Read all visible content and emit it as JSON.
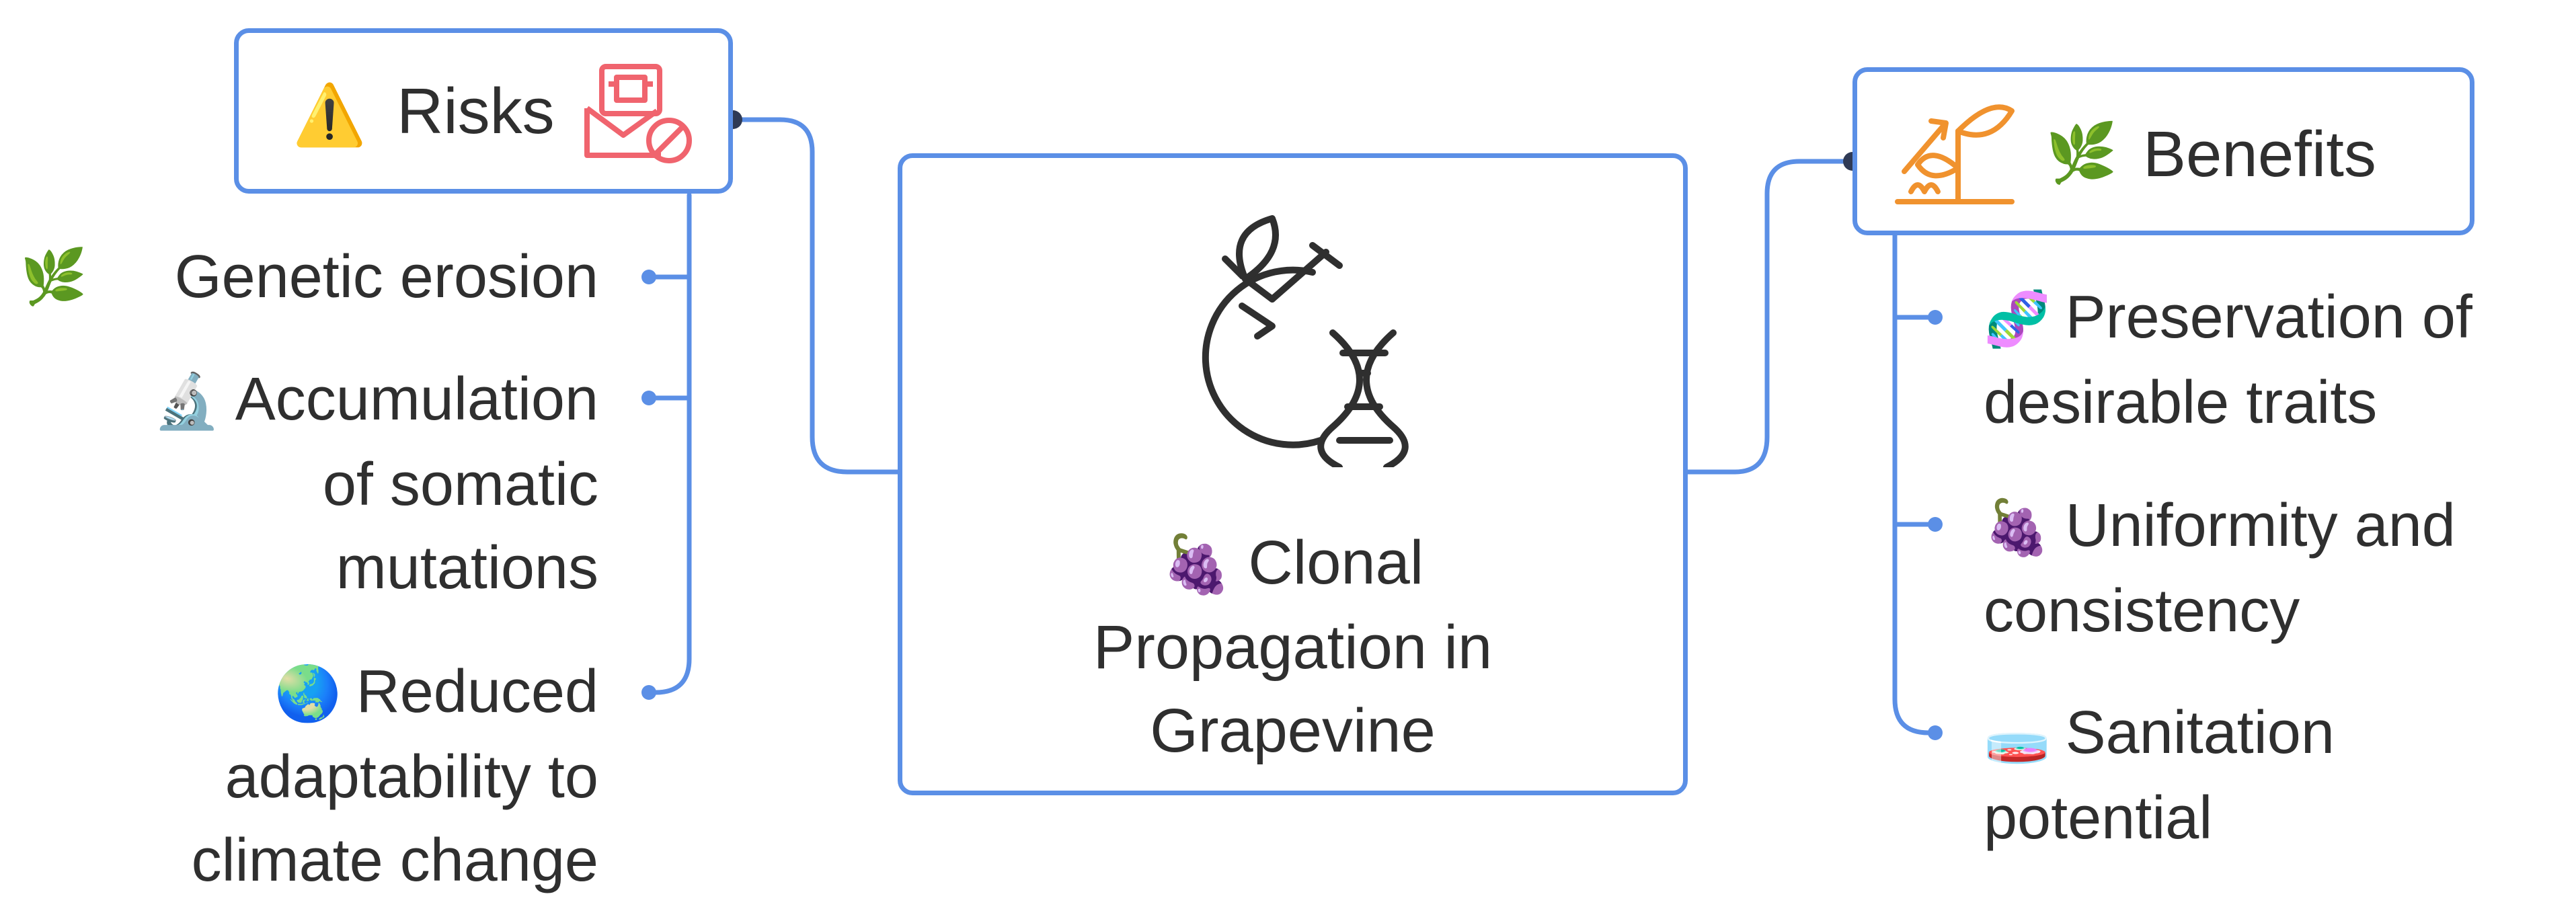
{
  "center": {
    "emoji": "🍇",
    "title_line1": "Clonal",
    "title_line2": "Propagation in",
    "title_line3": "Grapevine",
    "icon": "cycle-dna-leaf-icon"
  },
  "risks": {
    "title": "Risks",
    "emoji": "⚠️",
    "icon": "blocked-mail-icon",
    "items": [
      {
        "emoji": "🌿",
        "lines": [
          "Genetic erosion"
        ]
      },
      {
        "emoji": "🔬",
        "lines": [
          "Accumulation",
          "of somatic",
          "mutations"
        ]
      },
      {
        "emoji": "🌏",
        "lines": [
          "Reduced",
          "adaptability to",
          "climate change"
        ]
      }
    ]
  },
  "benefits": {
    "title": "Benefits",
    "emoji": "🌿",
    "icon": "plant-growth-icon",
    "items": [
      {
        "emoji": "🧬",
        "lines": [
          "Preservation of",
          "desirable traits"
        ]
      },
      {
        "emoji": "🍇",
        "lines": [
          "Uniformity and",
          "consistency"
        ]
      },
      {
        "emoji": "🧫",
        "lines": [
          "Sanitation",
          "potential"
        ]
      }
    ]
  },
  "colors": {
    "accent": "#5b8fe6",
    "risk_icon": "#f0646e",
    "benefit_icon": "#f0922e",
    "text": "#2f2f2f"
  }
}
